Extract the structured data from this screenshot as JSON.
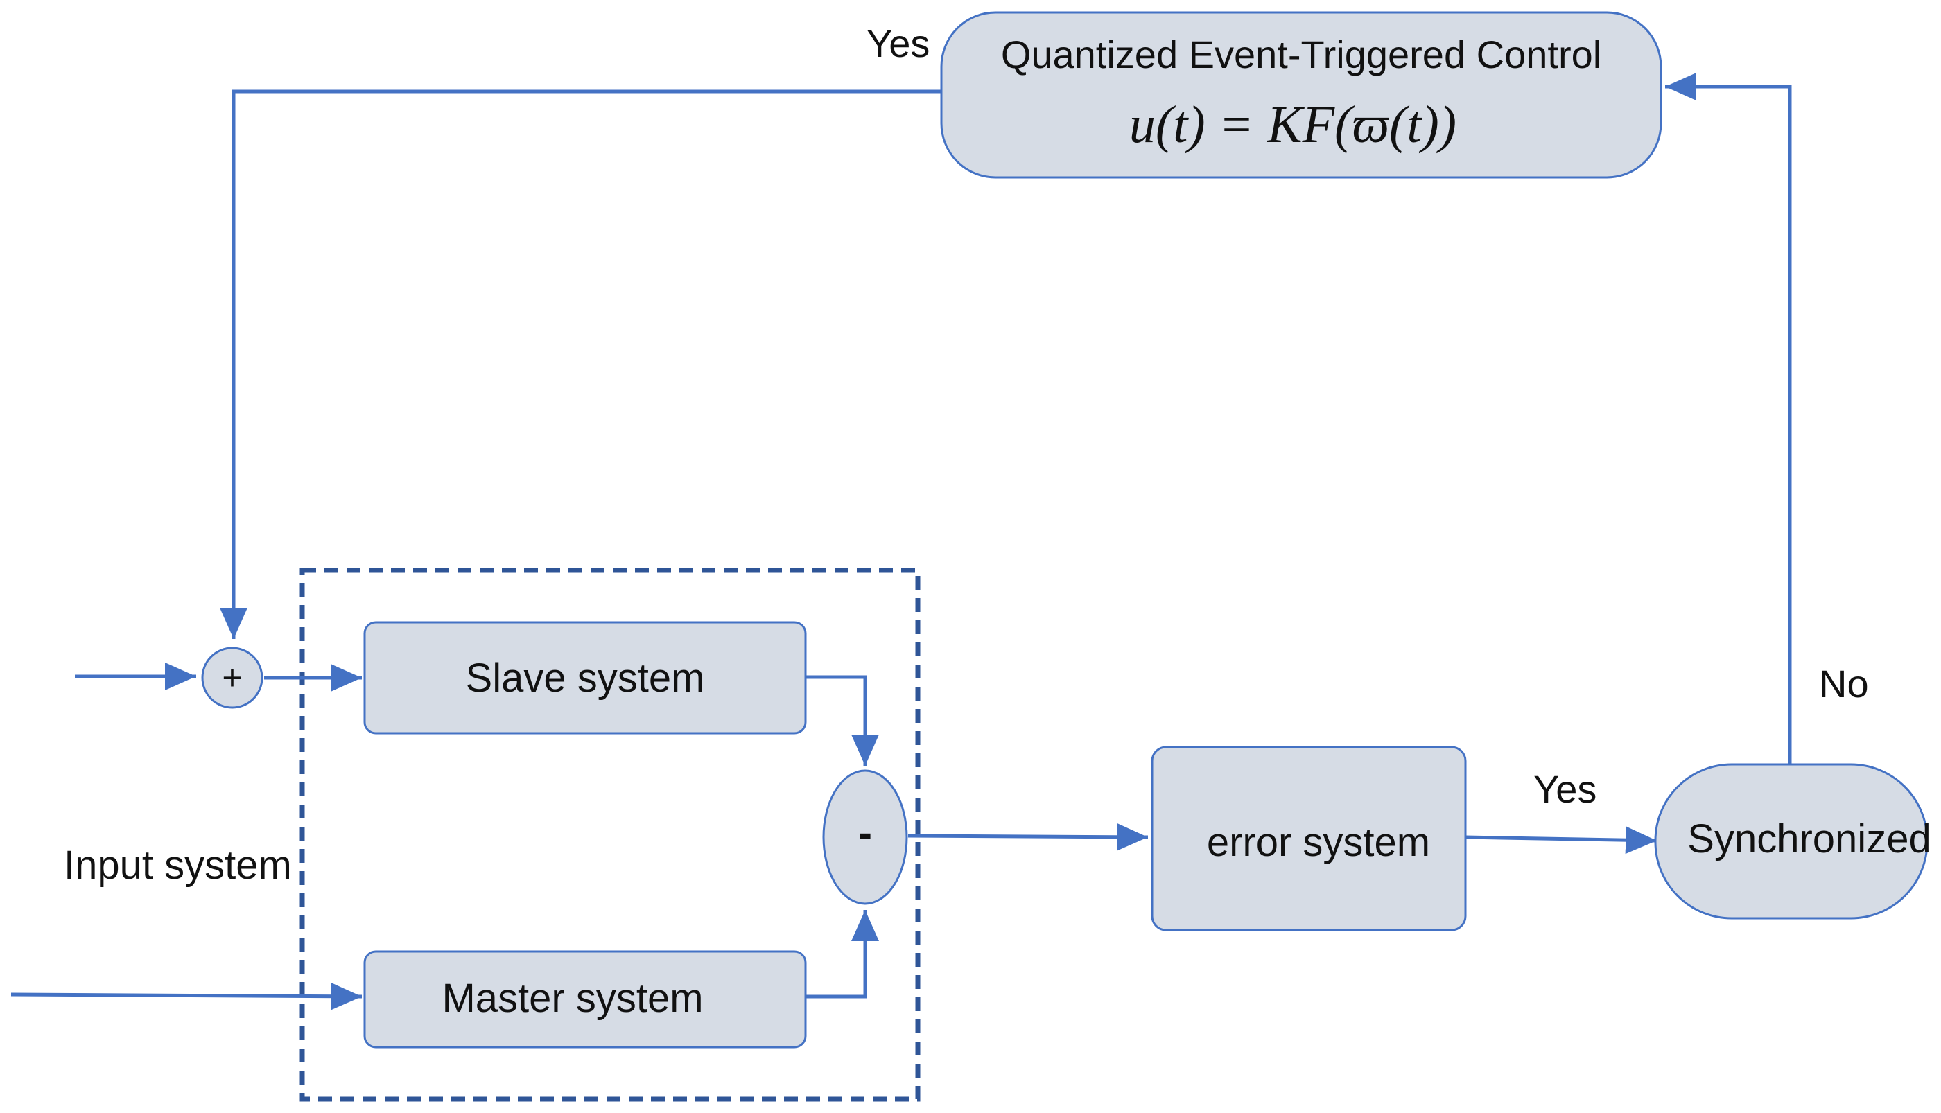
{
  "nodes": {
    "controller": {
      "title": "Quantized Event-Triggered Control",
      "formula": "u(t) = KF(ϖ(t))"
    },
    "slave": {
      "label": "Slave system"
    },
    "master": {
      "label": "Master system"
    },
    "error": {
      "label": "error system"
    },
    "synchronized": {
      "label": "Synchronized"
    },
    "summing_junction": {
      "symbol": "+"
    },
    "difference_junction": {
      "symbol": "-"
    }
  },
  "labels": {
    "input_system": "Input system",
    "controller_yes": "Yes",
    "error_yes": "Yes",
    "sync_no": "No"
  },
  "colors": {
    "wire": "#4472c4",
    "box_fill": "#d6dce5",
    "dashed_border": "#2f5597"
  }
}
